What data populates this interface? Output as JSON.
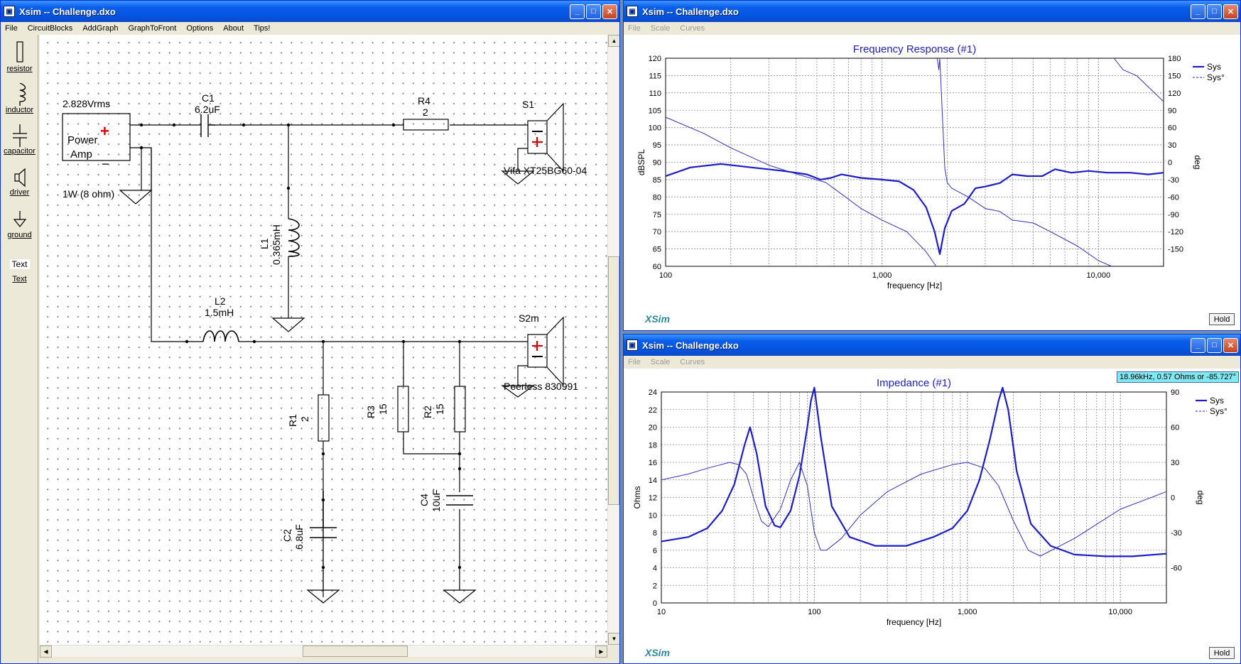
{
  "main_window": {
    "title": "Xsim -- Challenge.dxo",
    "menu": [
      "File",
      "CircuitBlocks",
      "AddGraph",
      "GraphToFront",
      "Options",
      "About",
      "Tips!"
    ],
    "tools": [
      {
        "label": "resistor",
        "icon": "resistor-icon"
      },
      {
        "label": "inductor",
        "icon": "inductor-icon"
      },
      {
        "label": "capacitor",
        "icon": "capacitor-icon"
      },
      {
        "label": "driver",
        "icon": "speaker-icon"
      },
      {
        "label": "ground",
        "icon": "ground-icon"
      },
      {
        "label": "Text",
        "icon": "text-icon"
      }
    ],
    "schematic": {
      "amp_voltage": "2.828Vrms",
      "amp_name_1": "Power",
      "amp_name_2": "Amp",
      "amp_power": "1W (8 ohm)",
      "amp_plus": "+",
      "amp_minus": "−",
      "c1_name": "C1",
      "c1_value": "6.2uF",
      "r4_name": "R4",
      "r4_value": "2",
      "s1_name": "S1",
      "s1_model": "Vifa XT25BG60-04",
      "l1_name": "L1",
      "l1_value": "0.365mH",
      "l2_name": "L2",
      "l2_value": "1.5mH",
      "s2_name": "S2m",
      "s2_model": "Peerless 830991",
      "r1_name": "R1",
      "r1_value": "2",
      "r3_name": "R3",
      "r3_value": "15",
      "r2_name": "R2",
      "r2_value": "15",
      "c4_name": "C4",
      "c4_value": "10uF",
      "c2_name": "C2",
      "c2_value": "6.8uF",
      "driver_plus": "+",
      "driver_minus": "−"
    }
  },
  "freq_window": {
    "title": "Xsim -- Challenge.dxo",
    "menu": [
      "File",
      "Scale",
      "Curves"
    ],
    "brand": "XSim",
    "hold_label": "Hold"
  },
  "imp_window": {
    "title": "Xsim -- Challenge.dxo",
    "menu": [
      "File",
      "Scale",
      "Curves"
    ],
    "brand": "XSim",
    "hold_label": "Hold",
    "readout": "18.96kHz, 0.57 Ohms or -85.727°"
  },
  "chart_data": [
    {
      "type": "line",
      "title": "Frequency Response (#1)",
      "xlabel": "frequency [Hz]",
      "ylabel": "dBSPL",
      "y2label": "deg",
      "xscale": "log",
      "xlim": [
        100,
        20000
      ],
      "ylim": [
        60,
        120
      ],
      "y2lim": [
        -180,
        180
      ],
      "x_ticks": [
        "100",
        "1,000",
        "10,000"
      ],
      "y_ticks": [
        60,
        65,
        70,
        75,
        80,
        85,
        90,
        95,
        100,
        105,
        110,
        115,
        120
      ],
      "y2_ticks": [
        -150,
        -120,
        -90,
        -60,
        -30,
        0,
        30,
        60,
        90,
        120,
        150,
        180
      ],
      "grid": true,
      "legend_position": "top-right",
      "series": [
        {
          "name": "Sys",
          "axis": "left",
          "style": "solid-thick",
          "x": [
            100,
            130,
            180,
            250,
            350,
            450,
            520,
            580,
            650,
            800,
            1000,
            1200,
            1400,
            1600,
            1750,
            1850,
            1950,
            2100,
            2400,
            2700,
            3000,
            3500,
            4000,
            4700,
            5500,
            6300,
            7500,
            9000,
            11000,
            14000,
            17000,
            20000
          ],
          "y": [
            86,
            88.5,
            89.5,
            88.5,
            87.5,
            86.5,
            85,
            85.5,
            86.5,
            85.5,
            85,
            84.5,
            82,
            77,
            70,
            63.5,
            71,
            76,
            78,
            82.5,
            83,
            84,
            86.5,
            86,
            86,
            88,
            87,
            87.5,
            87,
            87,
            86.5,
            87
          ]
        },
        {
          "name": "Sys°",
          "axis": "right",
          "style": "thin",
          "x": [
            100,
            150,
            200,
            300,
            400,
            550,
            650,
            800,
            1000,
            1300,
            1600,
            1780,
            1800,
            1830,
            1850,
            1880,
            1950,
            2000,
            2100,
            2500,
            3000,
            3500,
            4000,
            5000,
            6000,
            8000,
            10000,
            11500,
            11800,
            13000,
            15000,
            20000
          ],
          "y": [
            78,
            50,
            25,
            -5,
            -20,
            -35,
            -55,
            -80,
            -100,
            -120,
            -155,
            -180,
            180,
            160,
            180,
            120,
            -10,
            -35,
            -45,
            -60,
            -80,
            -85,
            -100,
            -105,
            -120,
            -145,
            -170,
            -180,
            180,
            160,
            150,
            105
          ]
        }
      ]
    },
    {
      "type": "line",
      "title": "Impedance (#1)",
      "xlabel": "frequency [Hz]",
      "ylabel": "Ohms",
      "y2label": "deg",
      "xscale": "log",
      "xlim": [
        10,
        20000
      ],
      "ylim": [
        0,
        24
      ],
      "y2lim": [
        -90,
        90
      ],
      "x_ticks": [
        "10",
        "100",
        "1,000",
        "10,000"
      ],
      "y_ticks": [
        0,
        2,
        4,
        6,
        8,
        10,
        12,
        14,
        16,
        18,
        20,
        22,
        24
      ],
      "y2_ticks": [
        -60,
        -30,
        0,
        30,
        60,
        90
      ],
      "grid": true,
      "legend_position": "top-right",
      "series": [
        {
          "name": "Sys",
          "axis": "left",
          "style": "solid-thick",
          "x": [
            10,
            15,
            20,
            25,
            30,
            35,
            38,
            42,
            48,
            55,
            60,
            70,
            80,
            90,
            95,
            100,
            110,
            130,
            170,
            250,
            400,
            600,
            800,
            1000,
            1200,
            1400,
            1600,
            1700,
            1850,
            2100,
            2600,
            3500,
            5000,
            8000,
            12000,
            20000
          ],
          "y": [
            7,
            7.5,
            8.5,
            10.5,
            13.5,
            18,
            20,
            17,
            11,
            8.8,
            8.6,
            10.5,
            14.5,
            20,
            23,
            24.5,
            19,
            11,
            7.5,
            6.5,
            6.5,
            7.5,
            8.5,
            10.5,
            14,
            18.5,
            23,
            24.5,
            22,
            15,
            9,
            6.5,
            5.5,
            5.3,
            5.3,
            5.6
          ]
        },
        {
          "name": "Sys°",
          "axis": "right",
          "style": "thin",
          "x": [
            10,
            15,
            20,
            28,
            32,
            36,
            40,
            45,
            50,
            60,
            70,
            80,
            90,
            100,
            110,
            120,
            150,
            200,
            300,
            500,
            800,
            1000,
            1300,
            1600,
            2000,
            2500,
            3000,
            5000,
            10000,
            20000
          ],
          "y": [
            15,
            20,
            25,
            30,
            28,
            20,
            0,
            -20,
            -25,
            -10,
            15,
            30,
            10,
            -30,
            -45,
            -45,
            -35,
            -15,
            5,
            20,
            28,
            30,
            25,
            10,
            -20,
            -45,
            -50,
            -35,
            -10,
            5
          ]
        }
      ]
    }
  ]
}
